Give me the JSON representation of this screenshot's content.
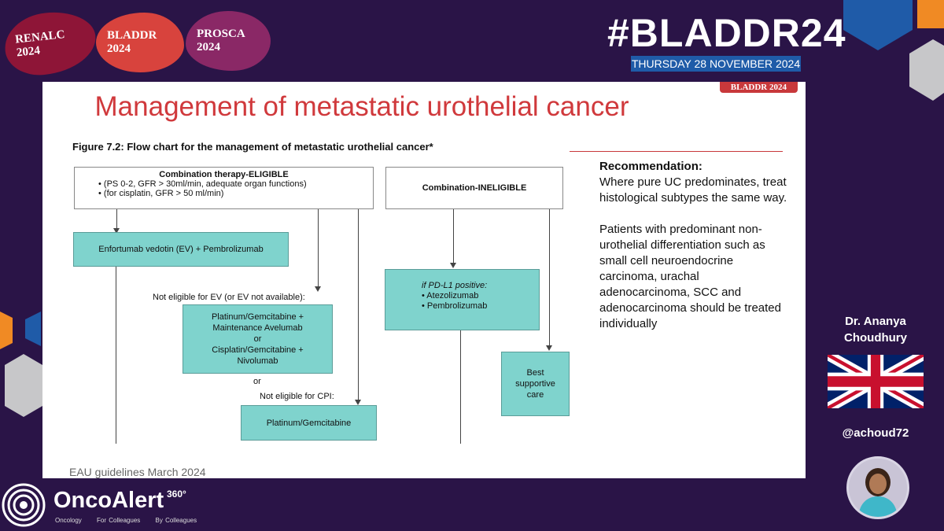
{
  "header": {
    "badges": [
      {
        "line1": "RENALC",
        "line2": "2024"
      },
      {
        "line1": "BLADDR",
        "line2": "2024"
      },
      {
        "line1": "PROSCA",
        "line2": "2024"
      }
    ],
    "hashtag": "#BLADDR24",
    "date": "THURSDAY 28 NOVEMBER 2024"
  },
  "slide": {
    "tag": "BLADDR 2024",
    "title": "Management of metastatic urothelial cancer",
    "figure_title": "Figure 7.2: Flow chart for the management of metastatic urothelial cancer*",
    "flowchart": {
      "eligible_title": "Combination therapy-ELIGIBLE",
      "eligible_line1": "• (PS 0-2, GFR > 30ml/min, adequate organ functions)",
      "eligible_line2": "• (for cisplatin, GFR > 50 ml/min)",
      "ineligible_title": "Combination-INELIGIBLE",
      "ev_pembro": "Enfortumab vedotin (EV) + Pembrolizumab",
      "not_eligible_ev": "Not eligible for EV (or EV not available):",
      "platinum_combo_1": "Platinum/Gemcitabine +",
      "platinum_combo_2": "Maintenance Avelumab",
      "platinum_combo_or": "or",
      "platinum_combo_3": "Cisplatin/Gemcitabine +",
      "platinum_combo_4": "Nivolumab",
      "or_label": "or",
      "not_eligible_cpi": "Not eligible for CPI:",
      "platinum_gem": "Platinum/Gemcitabine",
      "pdl1_title": "if PD-L1 positive:",
      "pdl1_item1": "• Atezolizumab",
      "pdl1_item2": "• Pembrolizumab",
      "bsc_1": "Best",
      "bsc_2": "supportive",
      "bsc_3": "care"
    },
    "recommendation": {
      "heading": "Recommendation:",
      "para1": "Where pure UC predominates, treat histological subtypes the same way.",
      "para2": "Patients with predominant non-urothelial differentiation such as small cell neuroendocrine carcinoma, urachal adenocarcinoma, SCC and adenocarcinoma should be treated individually"
    },
    "footnote": "EAU guidelines March 2024"
  },
  "speaker": {
    "name_line1": "Dr. Ananya",
    "name_line2": "Choudhury",
    "handle": "@achoud72"
  },
  "logo": {
    "name": "OncoAlert",
    "sup": "360°",
    "tag1": "Oncology",
    "tag2": "For Colleagues",
    "tag3": "By Colleagues"
  },
  "colors": {
    "background": "#2a1447",
    "accent_red": "#d0393c",
    "teal_box": "#7fd3cd",
    "date_bar": "#1f5ba8"
  }
}
